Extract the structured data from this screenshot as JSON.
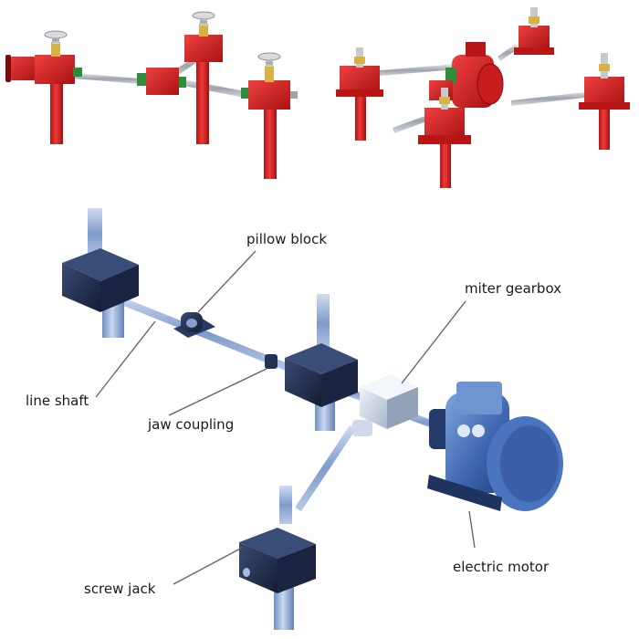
{
  "labels": {
    "pillow_block": "pillow block",
    "miter_gearbox": "miter gearbox",
    "line_shaft": "line shaft",
    "jaw_coupling": "jaw coupling",
    "electric_motor": "electric motor",
    "screw_jack": "screw jack"
  },
  "colors": {
    "red_part": "#d81e1e",
    "red_dark": "#a01010",
    "navy_block": "#23304f",
    "blue_mid": "#4d6fa8",
    "blue_light": "#a9c1e3",
    "motor_blue": "#5a84c9",
    "shaft_grey": "#b8bcc4",
    "leader": "#5f5f5f"
  }
}
